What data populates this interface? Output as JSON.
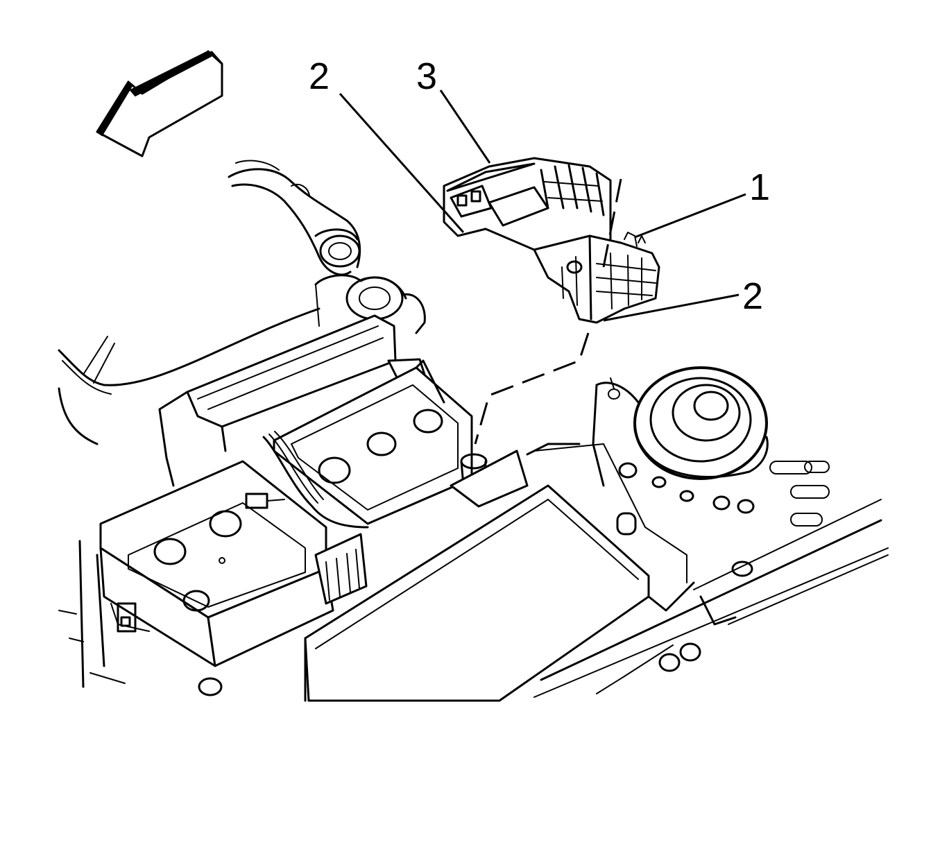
{
  "diagram": {
    "callouts": [
      {
        "id": "callout-1",
        "label": "1"
      },
      {
        "id": "callout-2-upper",
        "label": "2"
      },
      {
        "id": "callout-2-lower",
        "label": "2"
      },
      {
        "id": "callout-3",
        "label": "3"
      }
    ],
    "icons": {
      "direction_arrow": "forward-arrow-icon"
    },
    "colors": {
      "line": "#000000",
      "background": "#ffffff"
    }
  }
}
